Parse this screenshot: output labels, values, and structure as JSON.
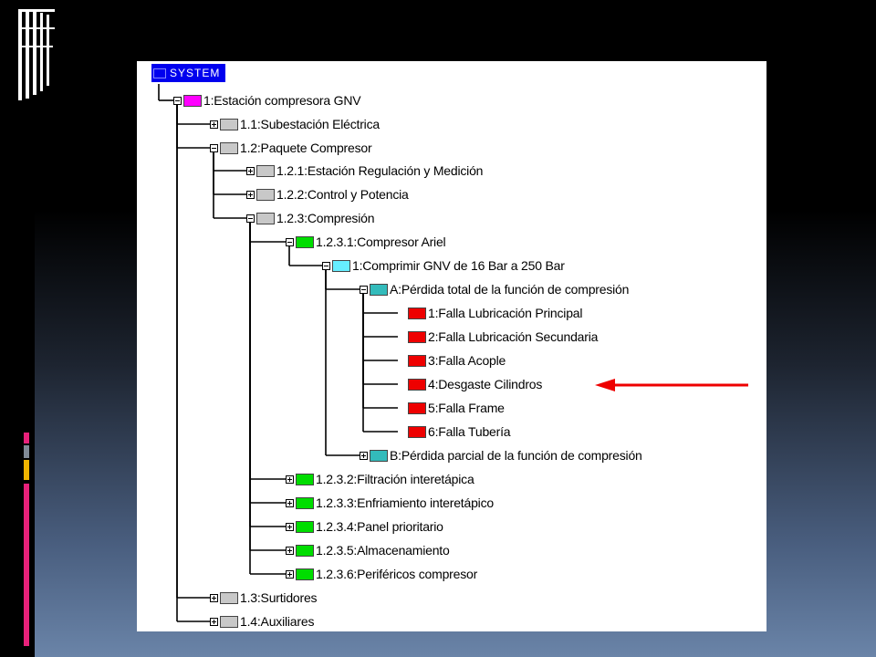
{
  "colors": {
    "system": "#0000ee",
    "root": "#ff00ff",
    "gray": "#c8c8c8",
    "green": "#00dd00",
    "cyan": "#66eeff",
    "teal": "#33bbbb",
    "red": "#ee0000",
    "arrow": "#ee0000",
    "accent_pink": "#e8217a",
    "accent_gold": "#f0b400",
    "accent_gray": "#808a96"
  },
  "tree": {
    "root_label": "SYSTEM",
    "nodes": [
      {
        "label": "1:Estación compresora GNV",
        "color": "root"
      },
      {
        "label": "1.1:Subestación Eléctrica",
        "color": "gray"
      },
      {
        "label": "1.2:Paquete Compresor",
        "color": "gray"
      },
      {
        "label": "1.2.1:Estación Regulación y Medición",
        "color": "gray"
      },
      {
        "label": "1.2.2:Control y Potencia",
        "color": "gray"
      },
      {
        "label": "1.2.3:Compresión",
        "color": "gray"
      },
      {
        "label": "1.2.3.1:Compresor Ariel",
        "color": "green"
      },
      {
        "label": "1:Comprimir GNV de 16 Bar a 250 Bar",
        "color": "cyan"
      },
      {
        "label": "A:Pérdida total de la función de compresión",
        "color": "teal"
      },
      {
        "label": "1:Falla Lubricación Principal",
        "color": "red"
      },
      {
        "label": "2:Falla Lubricación Secundaria",
        "color": "red"
      },
      {
        "label": "3:Falla Acople",
        "color": "red"
      },
      {
        "label": "4:Desgaste Cilindros",
        "color": "red"
      },
      {
        "label": "5:Falla Frame",
        "color": "red"
      },
      {
        "label": "6:Falla Tubería",
        "color": "red"
      },
      {
        "label": "B:Pérdida parcial de la función de compresión",
        "color": "teal"
      },
      {
        "label": "1.2.3.2:Filtración interetápica",
        "color": "green"
      },
      {
        "label": "1.2.3.3:Enfriamiento interetápico",
        "color": "green"
      },
      {
        "label": "1.2.3.4:Panel prioritario",
        "color": "green"
      },
      {
        "label": "1.2.3.5:Almacenamiento",
        "color": "green"
      },
      {
        "label": "1.2.3.6:Periféricos compresor",
        "color": "green"
      },
      {
        "label": "1.3:Surtidores",
        "color": "gray"
      },
      {
        "label": "1.4:Auxiliares",
        "color": "gray"
      }
    ]
  }
}
